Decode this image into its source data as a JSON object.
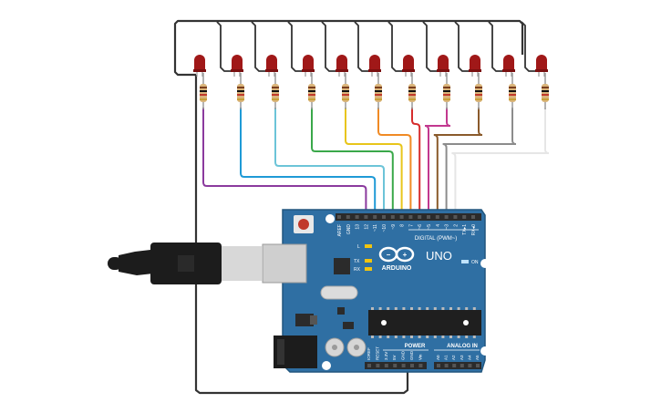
{
  "board": {
    "brand": "ARDUINO",
    "model": "UNO",
    "digital_header": "DIGITAL (PWM~)",
    "power_header": "POWER",
    "analog_header": "ANALOG IN",
    "on_label": "ON",
    "led_l": "L",
    "led_tx": "TX",
    "led_rx": "RX",
    "digital_pins": [
      "AREF",
      "GND",
      "13",
      "12",
      "~11",
      "~10",
      "~9",
      "8",
      "7",
      "~6",
      "~5",
      "4",
      "~3",
      "2",
      "TX▸1",
      "RX◂0"
    ],
    "power_pins": [
      "IOREF",
      "RESET",
      "3.3V",
      "5V",
      "GND",
      "GND",
      "Vin"
    ],
    "analog_pins": [
      "A0",
      "A1",
      "A2",
      "A3",
      "A4",
      "A5"
    ]
  },
  "circuit": {
    "led_count": 11,
    "led_color": "#a01818",
    "ground_wire_color": "#333333",
    "wire_colors": [
      "#8b3a9e",
      "#1f9ad6",
      "#6cc4d8",
      "#3aa84a",
      "#e8c51a",
      "#f08a24",
      "#d62d2d",
      "#c2388f",
      "#8a5a2b",
      "#8c8c8c",
      "#e6e6e6"
    ]
  },
  "colors": {
    "board": "#2f6fa3",
    "board_edge": "#22577f",
    "header": "#2b2b2b",
    "usb_cable": "#1c1c1c",
    "usb_metal": "#d8d8d8"
  }
}
